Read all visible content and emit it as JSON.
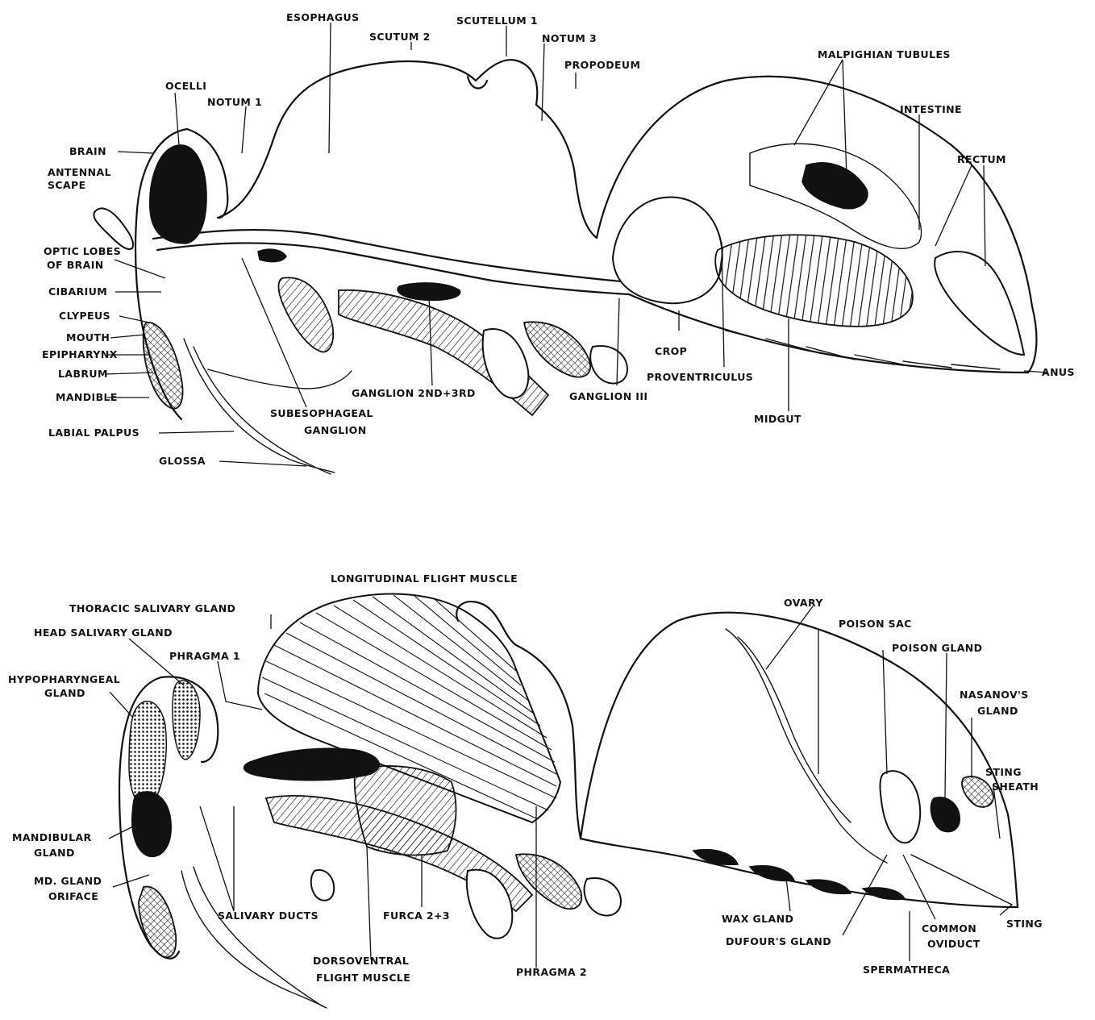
{
  "top_diagram": {
    "labels": {
      "esophagus": "ESOPHAGUS",
      "scutellum_1": "SCUTELLUM 1",
      "scutum_2": "SCUTUM 2",
      "notum_3": "NOTUM 3",
      "propodeum": "PROPODEUM",
      "malpighian_tubules": "MALPIGHIAN TUBULES",
      "ocelli": "OCELLI",
      "notum_1": "NOTUM 1",
      "intestine": "INTESTINE",
      "brain": "BRAIN",
      "antennal_scape_1": "ANTENNAL",
      "antennal_scape_2": "SCAPE",
      "rectum": "RECTUM",
      "optic_lobes_1": "OPTIC LOBES",
      "optic_lobes_2": "OF BRAIN",
      "cibarium": "CIBARIUM",
      "clypeus": "CLYPEUS",
      "mouth": "MOUTH",
      "epipharynx": "EPIPHARYNX",
      "labrum": "LABRUM",
      "mandible": "MANDIBLE",
      "crop": "CROP",
      "anus": "ANUS",
      "proventriculus": "PROVENTRICULUS",
      "ganglion_2_3": "GANGLION 2ND+3RD",
      "ganglion_3": "GANGLION III",
      "subesophageal_1": "SUBESOPHAGEAL",
      "subesophageal_2": "GANGLION",
      "labial_palpus": "LABIAL PALPUS",
      "midgut": "MIDGUT",
      "glossa": "GLOSSA"
    }
  },
  "bottom_diagram": {
    "labels": {
      "longitudinal_flight_muscle": "LONGITUDINAL FLIGHT MUSCLE",
      "thoracic_salivary_gland": "THORACIC SALIVARY GLAND",
      "ovary": "OVARY",
      "head_salivary_gland": "HEAD SALIVARY GLAND",
      "poison_sac": "POISON SAC",
      "poison_gland": "POISON GLAND",
      "phragma_1": "PHRAGMA 1",
      "hypopharyngeal_1": "HYPOPHARYNGEAL",
      "hypopharyngeal_2": "GLAND",
      "nasanov_1": "NASANOV'S",
      "nasanov_2": "GLAND",
      "sting_sheath_1": "STING",
      "sting_sheath_2": "SHEATH",
      "mandibular_1": "MANDIBULAR",
      "mandibular_2": "GLAND",
      "md_gland_1": "MD. GLAND",
      "md_gland_2": "ORIFACE",
      "salivary_ducts": "SALIVARY DUCTS",
      "furca": "FURCA 2+3",
      "wax_gland": "WAX GLAND",
      "common_oviduct_1": "COMMON",
      "common_oviduct_2": "OVIDUCT",
      "sting": "STING",
      "dufours_gland": "DUFOUR'S GLAND",
      "dorsoventral_1": "DORSOVENTRAL",
      "dorsoventral_2": "FLIGHT MUSCLE",
      "phragma_2": "PHRAGMA 2",
      "spermatheca": "SPERMATHECA"
    }
  }
}
